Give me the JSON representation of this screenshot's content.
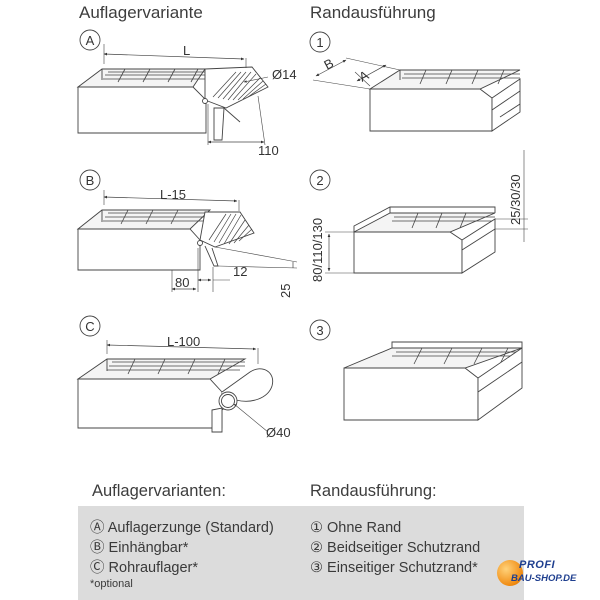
{
  "headings": {
    "left": "Auflagervariante",
    "right": "Randausführung"
  },
  "variants": [
    {
      "marker": "A",
      "dims": [
        "L",
        "Ø14",
        "110"
      ]
    },
    {
      "marker": "B",
      "dims": [
        "L-15",
        "12",
        "80",
        "25"
      ]
    },
    {
      "marker": "C",
      "dims": [
        "L-100",
        "Ø40"
      ]
    }
  ],
  "edges": [
    {
      "marker": "1",
      "dims": [
        "B",
        "A"
      ]
    },
    {
      "marker": "2",
      "dims": [
        "25/30/30",
        "80/110/130"
      ]
    },
    {
      "marker": "3",
      "dims": []
    }
  ],
  "legend": {
    "left_title": "Auflagervarianten:",
    "right_title": "Randausführung:",
    "left_items": [
      "Ⓐ Auflagerzunge (Standard)",
      "Ⓑ Einhängbar*",
      "Ⓒ Rohrauflager*"
    ],
    "right_items": [
      "① Ohne Rand",
      "② Beidseitiger Schutzrand",
      "③ Einseitiger Schutzrand*"
    ],
    "footnote": "*optional"
  },
  "logo": {
    "line1": "PROFI",
    "line2": "BAU-SHOP.DE"
  }
}
